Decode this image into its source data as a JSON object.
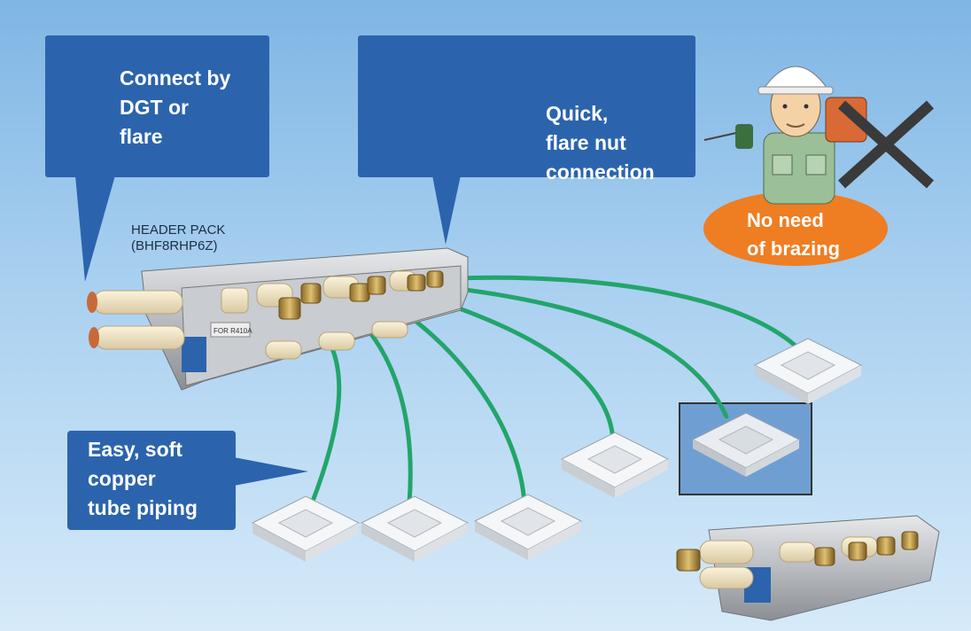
{
  "callouts": {
    "dgt": "Connect by\nDGT or\nflare",
    "flare_nut": "Quick,\nflare nut\nconnection",
    "piping": "Easy, soft\ncopper\ntube piping"
  },
  "header_pack": {
    "name": "HEADER PACK",
    "model": "(BHF8RHP6Z)",
    "label_tag": "FOR R410A"
  },
  "brazing_badge": "No need\nof brazing",
  "colors": {
    "callout_blue": "#2b64ad",
    "pipe_green": "#22a56a",
    "badge_orange": "#ef7d22",
    "highlight_box": "#6f9fd2"
  },
  "indoor_unit_count": 6
}
